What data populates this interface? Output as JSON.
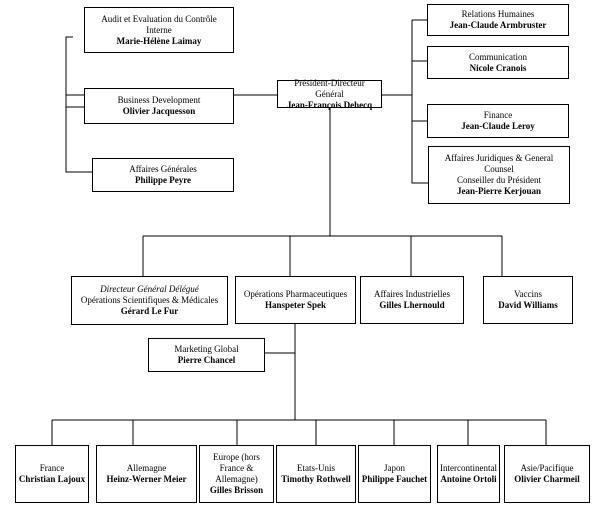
{
  "nodes": {
    "ceo": {
      "role": "Président-Directeur Général",
      "name": "Jean-François Dehecq"
    },
    "audit": {
      "role": "Audit et Evaluation du Contrôle Interne",
      "name": "Marie-Hélène Laimay"
    },
    "bizdev": {
      "role": "Business Development",
      "name": "Olivier Jacquesson"
    },
    "affaires_generales": {
      "role": "Affaires Générales",
      "name": "Philippe Peyre"
    },
    "rh": {
      "role": "Relations Humaines",
      "name": "Jean-Claude Armbruster"
    },
    "communication": {
      "role": "Communication",
      "name": "Nicole Cranois"
    },
    "finance": {
      "role": "Finance",
      "name": "Jean-Claude Leroy"
    },
    "juridique": {
      "role": "Affaires Juridiques & General Counsel",
      "role2": "Conseiller du Président",
      "name": "Jean-Pierre Kerjouan"
    },
    "dg_delegue": {
      "role_italic": "Directeur Général Délégué",
      "role": "Opérations Scientifiques & Médicales",
      "name": "Gérard Le Fur"
    },
    "ops_pharma": {
      "role": "Opérations Pharmaceutiques",
      "name": "Hanspeter Spek"
    },
    "industrielles": {
      "role": "Affaires Industrielles",
      "name": "Gilles Lhernould"
    },
    "vaccins": {
      "role": "Vaccins",
      "name": "David Williams"
    },
    "marketing": {
      "role": "Marketing Global",
      "name": "Pierre Chancel"
    },
    "france": {
      "role": "France",
      "name": "Christian Lajoux"
    },
    "allemagne": {
      "role": "Allemagne",
      "name": "Heinz-Werner Meier"
    },
    "europe": {
      "role": "Europe (hors France & Allemagne)",
      "name": "Gilles Brisson"
    },
    "usa": {
      "role": "Etats-Unis",
      "name": "Timothy Rothwell"
    },
    "japon": {
      "role": "Japon",
      "name": "Philippe Fauchet"
    },
    "intercontinental": {
      "role": "Intercontinental",
      "name": "Antoine Ortoli"
    },
    "asie": {
      "role": "Asie/Pacifique",
      "name": "Olivier Charmeil"
    }
  }
}
